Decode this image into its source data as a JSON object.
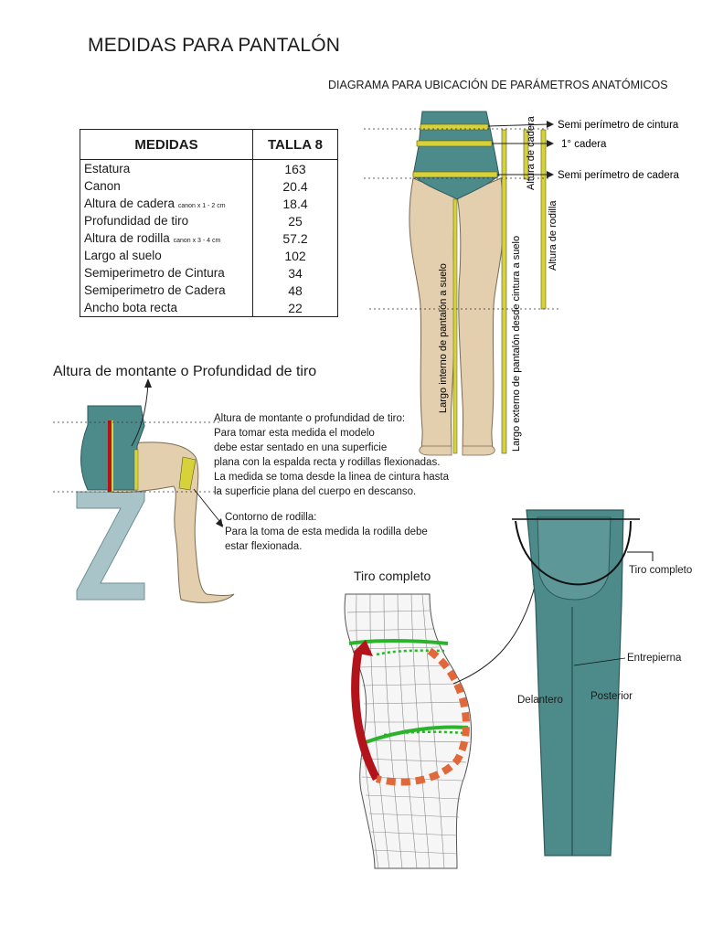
{
  "title": "MEDIDAS PARA PANTALÓN",
  "diagram_title": "DIAGRAMA PARA UBICACIÓN DE PARÁMETROS ANATÓMICOS",
  "table": {
    "headers": [
      "MEDIDAS",
      "TALLA 8"
    ],
    "rows": [
      {
        "label": "Estatura",
        "note": "",
        "value": "163"
      },
      {
        "label": "Canon",
        "note": "",
        "value": "20.4"
      },
      {
        "label": "Altura de cadera",
        "note": "canon x 1 - 2 cm",
        "value": "18.4"
      },
      {
        "label": "Profundidad de tiro",
        "note": "",
        "value": "25"
      },
      {
        "label": "Altura de rodilla",
        "note": "canon x 3 - 4 cm",
        "value": "57.2"
      },
      {
        "label": "Largo al suelo",
        "note": "",
        "value": "102"
      },
      {
        "label": "Semiperimetro de Cintura",
        "note": "",
        "value": "34"
      },
      {
        "label": "Semiperimetro de Cadera",
        "note": "",
        "value": "48"
      },
      {
        "label": "Ancho bota recta",
        "note": "",
        "value": "22"
      }
    ]
  },
  "leg_labels": {
    "semi_cintura": "Semi perímetro de cintura",
    "primera_cadera": "1° cadera",
    "semi_cadera": "Semi perímetro de cadera",
    "altura_cadera": "Altura de cadera",
    "altura_rodilla": "Altura de rodilla",
    "largo_externo": "Largo externo de pantalón desde cintura a suelo",
    "largo_interno": "Largo interno de pantalón a suelo"
  },
  "section_title": "Altura de montante o Profundidad de tiro",
  "montante_text": [
    "Altura de montante o profundidad de tiro:",
    "Para tomar esta medida el modelo",
    "debe estar sentado en una superficie",
    "plana con la espalda recta y rodillas flexionadas.",
    "La medida se toma desde la linea de cintura hasta",
    "la superficie plana del cuerpo en descanso."
  ],
  "rodilla_text": [
    "Contorno de rodilla:",
    "Para la toma de esta medida la rodilla debe",
    "estar flexionada."
  ],
  "tiro_title": "Tiro completo",
  "pants_labels": {
    "tiro_completo": "Tiro completo",
    "entrepierna": "Entrepierna",
    "delantero": "Delantero",
    "posterior": "Posterior"
  },
  "colors": {
    "skin": "#e3cfae",
    "garment": "#4d8a8a",
    "garment_light": "#6aa3a4",
    "chair": "#a9c4c8",
    "tape_yellow": "#d8d23a",
    "tape_green": "#2bb32b",
    "arrow_red": "#b3141c",
    "arrow_orange": "#e0683a"
  }
}
